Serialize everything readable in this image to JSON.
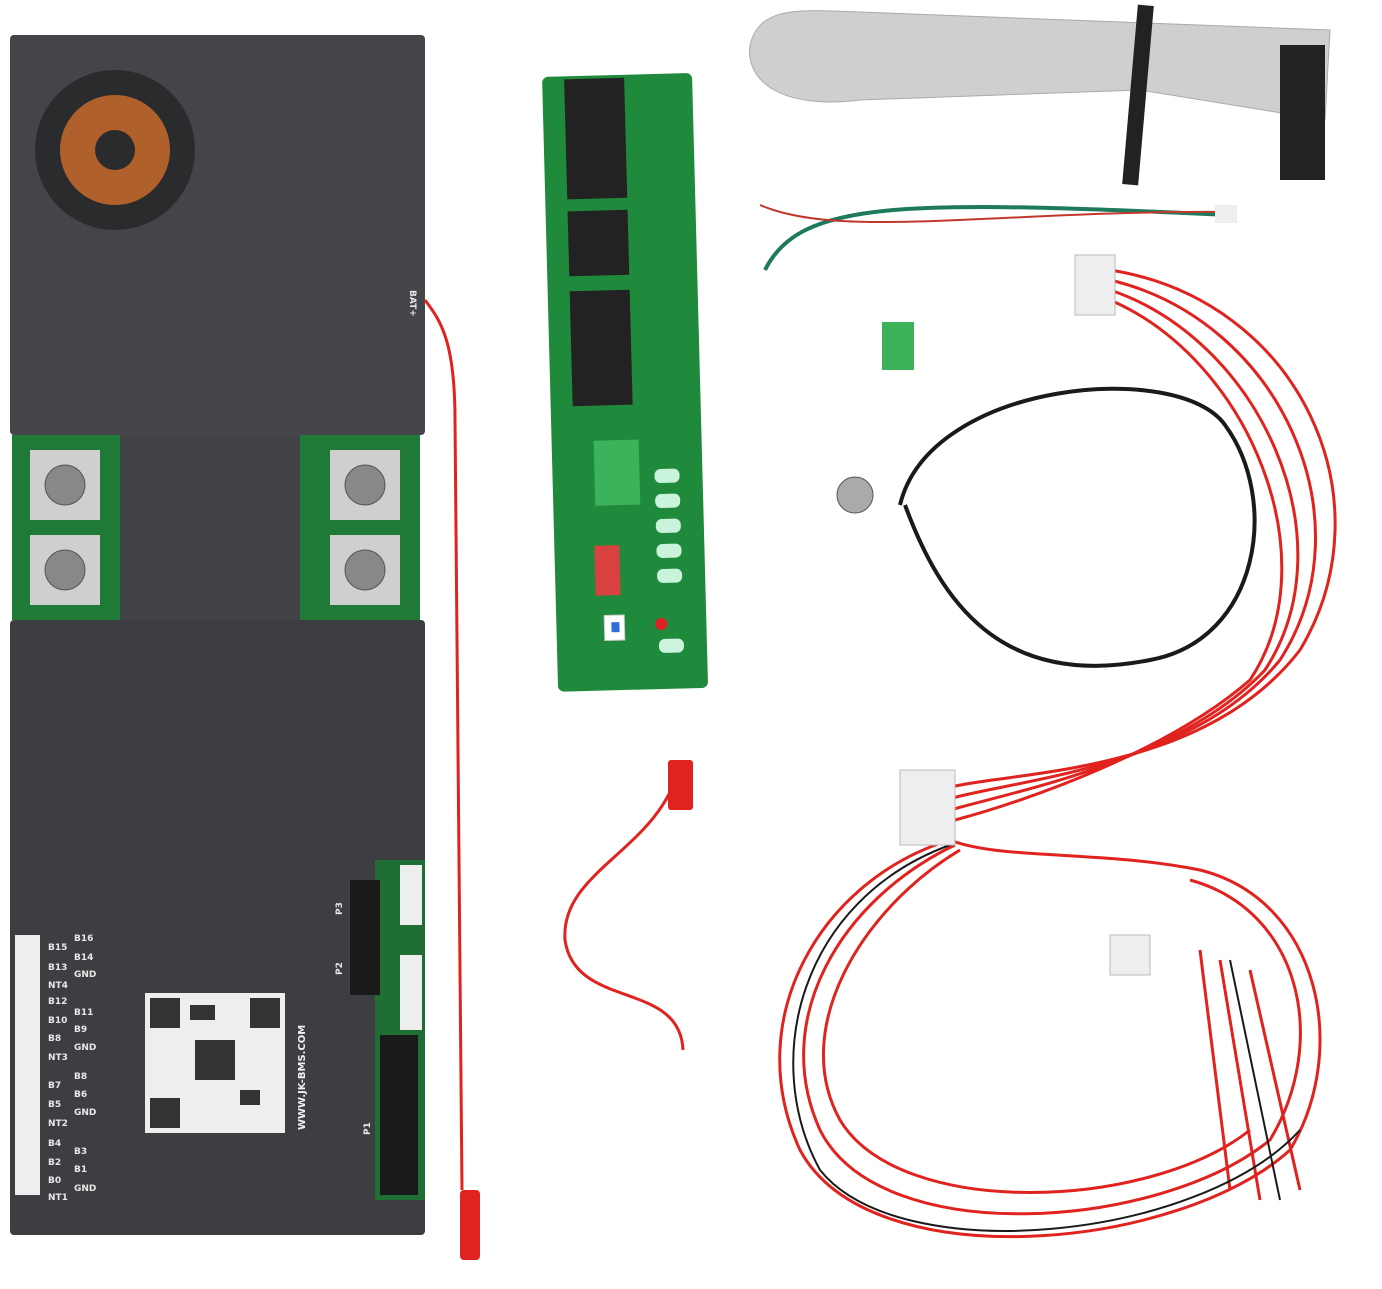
{
  "board": {
    "bat_label": "BAT+",
    "website": "WWW.JK-BMS.COM",
    "port_labels": [
      "P1",
      "P2",
      "P3"
    ],
    "balance_labels_left": [
      "B15",
      "B13",
      "NT4",
      "B12",
      "B10",
      "B8",
      "NT3",
      "B7",
      "B5",
      "NT2",
      "B4",
      "B2",
      "B0",
      "NT1"
    ],
    "balance_labels_right": [
      "B16",
      "B14",
      "GND",
      "B11",
      "B9",
      "GND",
      "B8",
      "B6",
      "GND",
      "B3",
      "B1",
      "GND"
    ]
  },
  "colors": {
    "board": "#3f4042",
    "pcb_green": "#1f8a3c",
    "wire_red": "#e0231f",
    "ribbon": "#c9c9c9"
  }
}
